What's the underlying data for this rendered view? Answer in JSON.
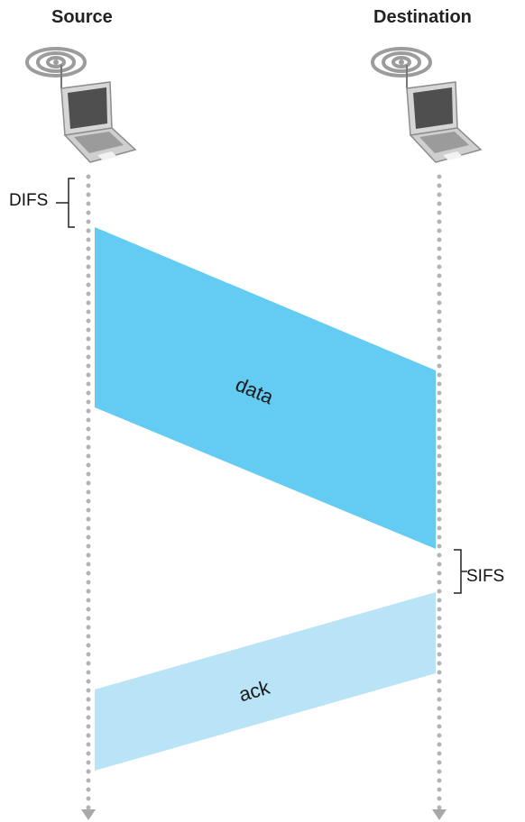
{
  "diagram": {
    "source_label": "Source",
    "destination_label": "Destination",
    "difs_label": "DIFS",
    "sifs_label": "SIFS",
    "data_label": "data",
    "ack_label": "ack",
    "icons": {
      "source": "laptop-wifi-icon",
      "destination": "laptop-wifi-icon"
    },
    "colors": {
      "data_frame": "#64CBF2",
      "ack_frame": "#B9E3F7",
      "timeline": "#b3b3b3"
    }
  }
}
